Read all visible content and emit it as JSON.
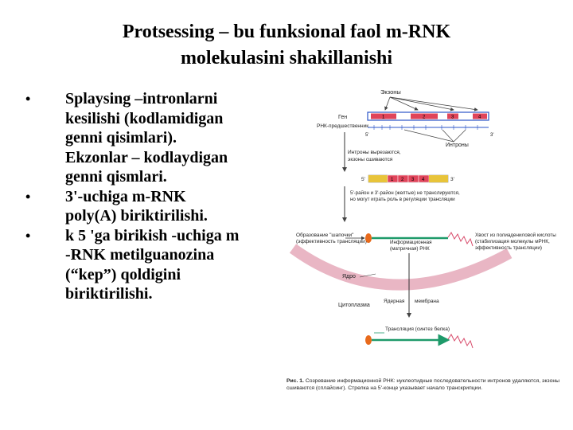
{
  "title": {
    "line1": "Protsessing – bu funksional faol m-RNK",
    "line2": "molekulasini shakillanishi"
  },
  "bullets": [
    {
      "symbol": "•",
      "lines": [
        "Splaysing –intronlarni",
        "kesilishi (kodlamidigan",
        "genni qisimlari).",
        "Ekzonlar – kodlaydigan",
        "genni qismlari."
      ]
    },
    {
      "symbol": "•",
      "lines": [
        "3'-uchiga  m-RNK",
        "poly(A) biriktirilishi."
      ]
    },
    {
      "symbol": "•",
      "lines": [
        "k 5 'ga birikish -uchiga m",
        "-RNK metilguanozina",
        "(“kep”) qoldigini",
        "biriktirilishi."
      ]
    }
  ],
  "figure": {
    "exons_label": "Экзоны",
    "gene_label": "Ген",
    "pre_rna_label": "РНК-предшественник",
    "prime5": "5'",
    "prime3": "3'",
    "introns_label": "Интроны",
    "exon_numbers": [
      "1",
      "2",
      "3",
      "4"
    ],
    "cut_note": [
      "Интроны вырезаются,",
      "экзоны сшиваются"
    ],
    "mature_5": "5'",
    "mature_3": "3'",
    "utr_note": [
      "5'-район и 3'-район (желтые) не транслируются,",
      "но могут играть роль в регуляции трансляции"
    ],
    "cap_label": [
      "Образование \"шапочки\"",
      "(эффективность трансляции)"
    ],
    "mrna_label": [
      "Информационная",
      "(матричная) РНК"
    ],
    "polya_label": [
      "Хвост из полиадениловой кислоты",
      "(стабилизация молекулы мРНК,",
      "эффективность трансляции)"
    ],
    "nucleus_label": "Ядро",
    "membrane_label_1": "Ядерная",
    "membrane_label_2": "мембрана",
    "cytoplasm_label": "Цитоплазма",
    "translation_label": "Трансляция (синтез белка)",
    "caption_lead": "Рис. 1.",
    "caption_text": " Созревание информационной РНК: нуклеотидные последовательности интронов удаляются, экзоны сшиваются (сплайсинг). Стрелка на 5'-конце указывает начало транскрипции.",
    "colors": {
      "exon": "#e0445a",
      "gene_bar": "#2b55c8",
      "mrna": "#1e9a6a",
      "cap": "#e86a1c",
      "utr": "#e8c43a",
      "membrane": "#e9b6c4"
    }
  }
}
